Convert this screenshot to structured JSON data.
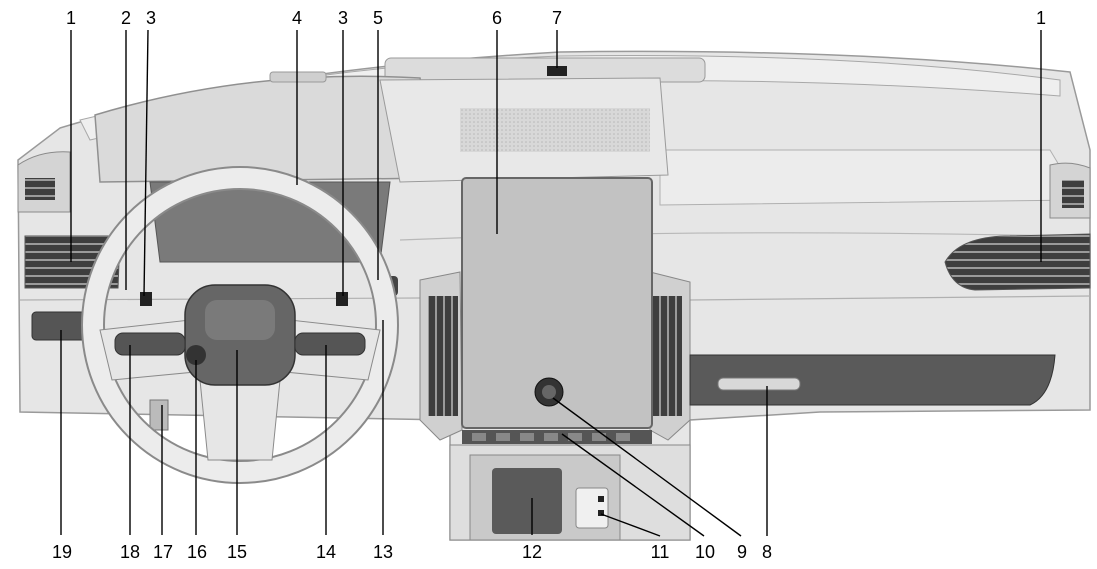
{
  "callouts": {
    "n1a": "1",
    "n2": "2",
    "n3a": "3",
    "n4": "4",
    "n3b": "3",
    "n5": "5",
    "n6": "6",
    "n7": "7",
    "n1b": "1",
    "n19": "19",
    "n18": "18",
    "n17": "17",
    "n16": "16",
    "n15": "15",
    "n14": "14",
    "n13": "13",
    "n12": "12",
    "n11": "11",
    "n10": "10",
    "n9": "9",
    "n8": "8"
  },
  "colors": {
    "dash": "#e4e4e4",
    "dash_dark": "#cfcfcf",
    "outline": "#8a8a8a",
    "screen": "#bdbdbd",
    "vent": "#4a4a4a",
    "dark_panel": "#5a5a5a",
    "leader": "#000000"
  }
}
